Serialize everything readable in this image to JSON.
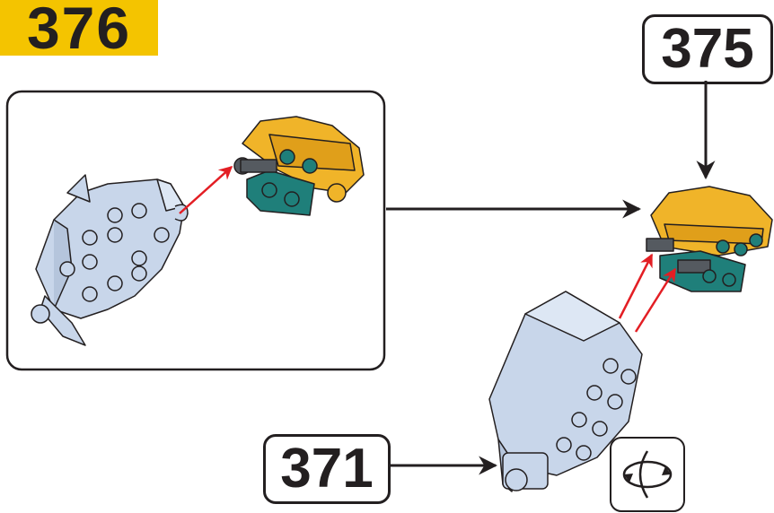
{
  "step": {
    "number": "376",
    "badge_color": "#f4c400"
  },
  "references": {
    "previous_step": "375",
    "sub_assembly": "371"
  },
  "icons": {
    "rotate": "rotate-model-icon"
  },
  "colors": {
    "light_bluish_gray": "#c8d6ea",
    "bright_light_orange": "#f0b429",
    "dark_turquoise": "#1f7f7a",
    "dark_gray": "#555a60",
    "arrow_red": "#e31e24",
    "outline": "#231f20"
  }
}
